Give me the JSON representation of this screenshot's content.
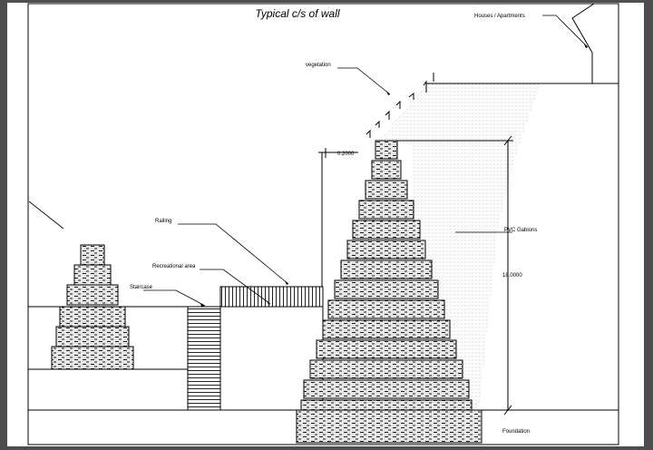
{
  "drawing": {
    "title": "Typical c/s of wall",
    "labels": {
      "houses": "Houses / Apartments",
      "vegetation": "vegetation",
      "railing": "Railing",
      "recreational": "Recreational area",
      "staircase": "Staircase",
      "gabions": "PVC Gabions",
      "foundation": "Foundation"
    },
    "dimensions": {
      "top_step": "0.2000",
      "height": "18.0000"
    }
  }
}
